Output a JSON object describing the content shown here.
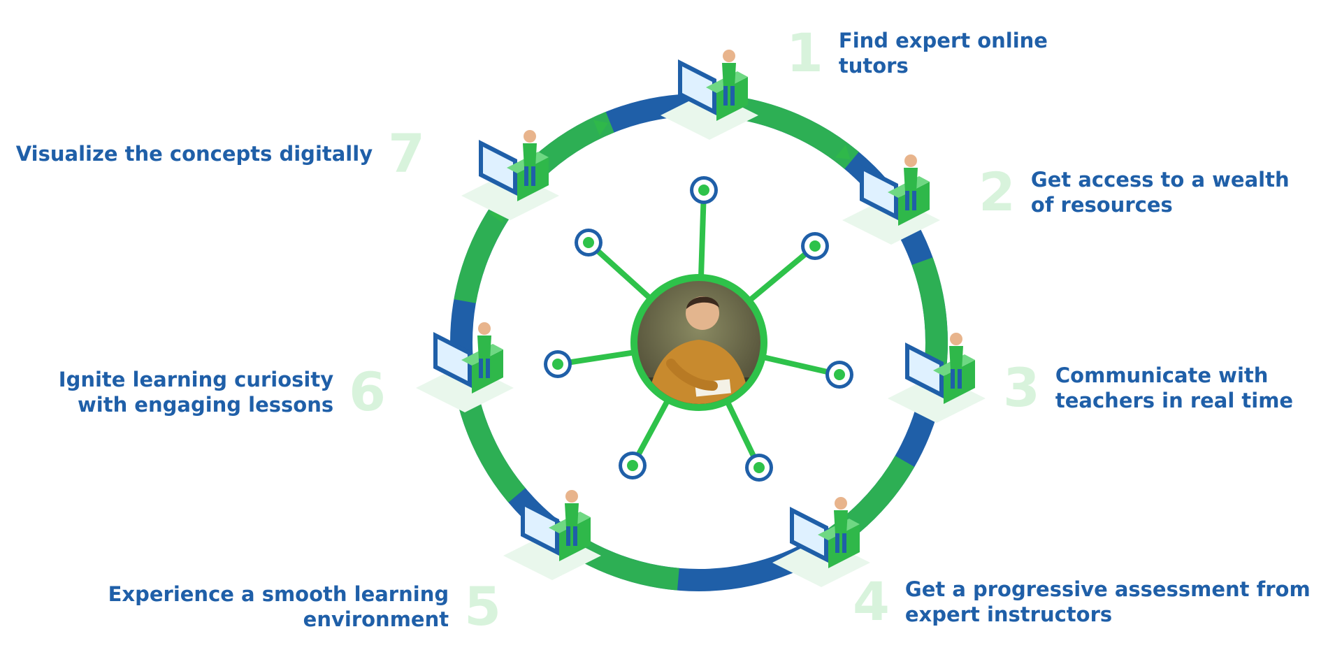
{
  "colors": {
    "ring_blue": "#1f5fa8",
    "ring_green": "#2fb84a",
    "spoke_green": "#2ec24a",
    "text_blue": "#1f5fa8",
    "number_mint": "#d8f3dc"
  },
  "center": {
    "image": "student-writing-at-desk-photo"
  },
  "steps": [
    {
      "number": "1",
      "lines": [
        "Find expert online",
        "tutors"
      ],
      "icon": "online-tutor-computer-illustration"
    },
    {
      "number": "2",
      "lines": [
        "Get access to a wealth",
        "of resources"
      ],
      "icon": "books-and-devices-illustration"
    },
    {
      "number": "3",
      "lines": [
        "Communicate with",
        "teachers in real time"
      ],
      "icon": "video-call-teacher-illustration"
    },
    {
      "number": "4",
      "lines": [
        "Get a progressive assessment from",
        "expert instructors"
      ],
      "icon": "assessment-board-illustration"
    },
    {
      "number": "5",
      "lines": [
        "Experience a smooth learning",
        "environment"
      ],
      "icon": "student-at-desktop-illustration"
    },
    {
      "number": "6",
      "lines": [
        "Ignite learning curiosity",
        "with engaging lessons"
      ],
      "icon": "curious-girl-illustration"
    },
    {
      "number": "7",
      "lines": [
        "Visualize the concepts digitally"
      ],
      "icon": "laptop-study-illustration"
    }
  ]
}
